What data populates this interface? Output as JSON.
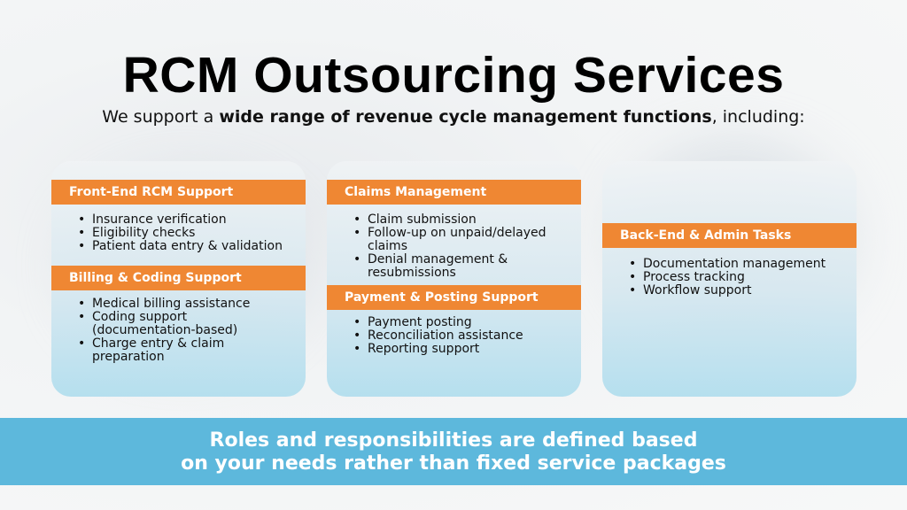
{
  "title": "RCM Outsourcing Services",
  "subtitle": {
    "pre": "We support a ",
    "bold": "wide range of revenue cycle management functions",
    "post": ", including:"
  },
  "cards": [
    {
      "sections": [
        {
          "heading": "Front-End RCM Support",
          "items": [
            "Insurance verification",
            "Eligibility checks",
            "Patient data entry & validation"
          ]
        },
        {
          "heading": "Billing & Coding Support",
          "items": [
            "Medical billing assistance",
            "Coding support (documentation-based)",
            "Charge entry & claim preparation"
          ]
        }
      ]
    },
    {
      "sections": [
        {
          "heading": "Claims Management",
          "items": [
            "Claim submission",
            "Follow-up on unpaid/delayed claims",
            "Denial management & resubmissions"
          ]
        },
        {
          "heading": "Payment & Posting Support",
          "items": [
            "Payment posting",
            "Reconciliation assistance",
            "Reporting support"
          ]
        }
      ]
    },
    {
      "sections": [
        {
          "heading": "Back-End & Admin Tasks",
          "items": [
            "Documentation management",
            "Process tracking",
            "Workflow support"
          ]
        }
      ]
    }
  ],
  "banner": {
    "line1": "Roles and responsibilities are defined based",
    "line2": "on your needs rather than fixed service packages"
  },
  "colors": {
    "accent": "#ef8733",
    "banner": "#5db8dc"
  }
}
